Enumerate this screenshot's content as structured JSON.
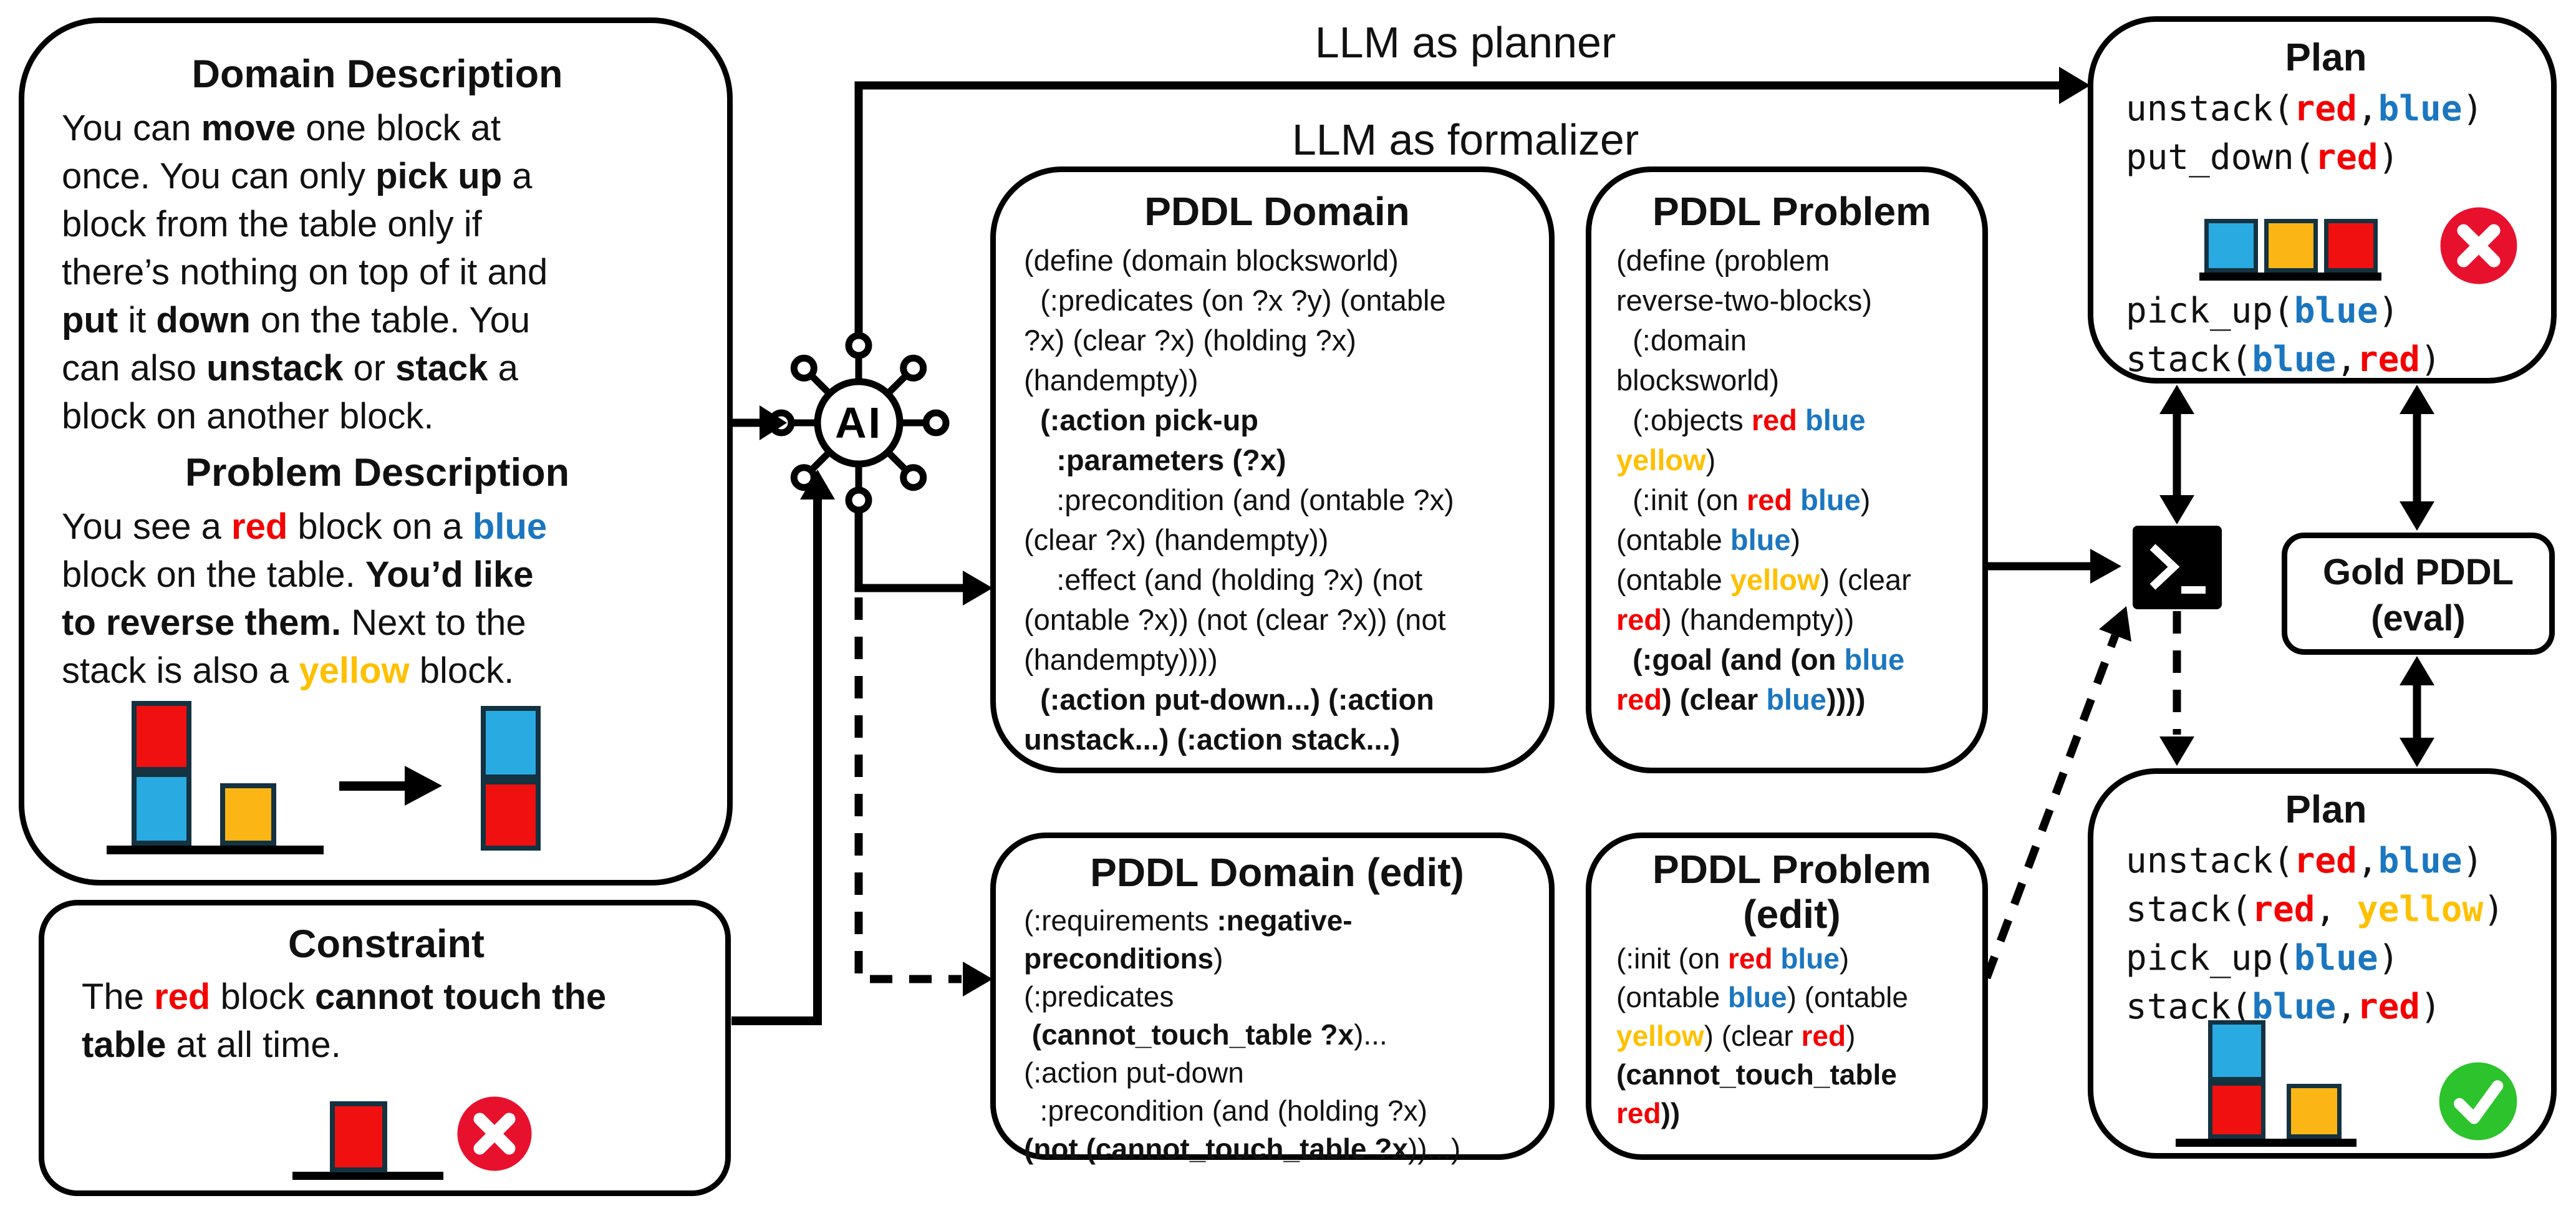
{
  "colors": {
    "red": "#F50000",
    "blue": "#1B76C0",
    "yellow": "#FFC000",
    "block_red": "#F01010",
    "block_blue": "#29ABE2",
    "block_yellow": "#FBB615",
    "block_border": "#143240",
    "x_red": "#E8112D",
    "check_green": "#2CC32C"
  },
  "labels": {
    "planner": "LLM as planner",
    "formalizer": "LLM as formalizer"
  },
  "icons": {
    "ai": "ai-network-icon",
    "terminal": "terminal-prompt-icon",
    "fail": "x-circle-icon",
    "success": "check-circle-icon",
    "ai_text": "AI"
  },
  "description_box": {
    "domain_title": "Domain Description",
    "domain_text": [
      [
        [
          "n",
          "You can "
        ],
        [
          "b",
          "move"
        ],
        [
          "n",
          " one block at"
        ]
      ],
      [
        [
          "n",
          "once. You can only "
        ],
        [
          "b",
          "pick up"
        ],
        [
          "n",
          " a"
        ]
      ],
      [
        [
          "n",
          "block from the table only if"
        ]
      ],
      [
        [
          "n",
          "there’s nothing on top of it and"
        ]
      ],
      [
        [
          "b",
          "put"
        ],
        [
          "n",
          " it "
        ],
        [
          "b",
          "down"
        ],
        [
          "n",
          " on the table. You"
        ]
      ],
      [
        [
          "n",
          "can also "
        ],
        [
          "b",
          "unstack"
        ],
        [
          "n",
          " or "
        ],
        [
          "b",
          "stack"
        ],
        [
          "n",
          " a"
        ]
      ],
      [
        [
          "n",
          "block on another block."
        ]
      ]
    ],
    "problem_title": "Problem Description",
    "problem_text": [
      [
        [
          "n",
          "You see a "
        ],
        [
          "rb",
          "red"
        ],
        [
          "n",
          " block on a "
        ],
        [
          "blb",
          "blue"
        ]
      ],
      [
        [
          "n",
          "block on the table. "
        ],
        [
          "b",
          "You’d like"
        ]
      ],
      [
        [
          "b",
          "to reverse them."
        ],
        [
          "n",
          " Next to the"
        ]
      ],
      [
        [
          "n",
          "stack is also a "
        ],
        [
          "yb",
          "yellow"
        ],
        [
          "n",
          " block."
        ]
      ]
    ]
  },
  "constraint_box": {
    "title": "Constraint",
    "text": [
      [
        [
          "n",
          "The "
        ],
        [
          "rb",
          "red"
        ],
        [
          "n",
          " block "
        ],
        [
          "b",
          "cannot touch the"
        ]
      ],
      [
        [
          "b",
          "table"
        ],
        [
          "n",
          " at all time."
        ]
      ]
    ]
  },
  "pddl_domain": {
    "title": "PDDL Domain",
    "code": [
      [
        [
          "n",
          "(define (domain blocksworld)"
        ]
      ],
      [
        [
          "n",
          "  (:predicates (on ?x ?y) (ontable"
        ]
      ],
      [
        [
          "n",
          "?x) (clear ?x) (holding ?x)"
        ]
      ],
      [
        [
          "n",
          "(handempty))"
        ]
      ],
      [
        [
          "b",
          "  (:action pick-up"
        ]
      ],
      [
        [
          "b",
          "    :parameters (?x)"
        ]
      ],
      [
        [
          "n",
          "    :precondition (and (ontable ?x)"
        ]
      ],
      [
        [
          "n",
          "(clear ?x) (handempty))"
        ]
      ],
      [
        [
          "n",
          "    :effect (and (holding ?x) (not"
        ]
      ],
      [
        [
          "n",
          "(ontable ?x)) (not (clear ?x)) (not"
        ]
      ],
      [
        [
          "n",
          "(handempty))))"
        ]
      ],
      [
        [
          "b",
          "  (:action put-down...) (:action"
        ]
      ],
      [
        [
          "b",
          "unstack...) (:action stack...)"
        ]
      ]
    ]
  },
  "pddl_problem": {
    "title": "PDDL Problem",
    "code": [
      [
        [
          "n",
          "(define (problem"
        ]
      ],
      [
        [
          "n",
          "reverse-two-blocks)"
        ]
      ],
      [
        [
          "n",
          "  (:domain"
        ]
      ],
      [
        [
          "n",
          "blocksworld)"
        ]
      ],
      [
        [
          "n",
          "  (:objects "
        ],
        [
          "rb",
          "red"
        ],
        [
          "n",
          " "
        ],
        [
          "blb",
          "blue"
        ]
      ],
      [
        [
          "yb",
          "yellow"
        ],
        [
          "n",
          ")"
        ]
      ],
      [
        [
          "n",
          "  (:init (on "
        ],
        [
          "rb",
          "red"
        ],
        [
          "n",
          " "
        ],
        [
          "blb",
          "blue"
        ],
        [
          "n",
          ")"
        ]
      ],
      [
        [
          "n",
          "(ontable "
        ],
        [
          "blb",
          "blue"
        ],
        [
          "n",
          ")"
        ]
      ],
      [
        [
          "n",
          "(ontable "
        ],
        [
          "yb",
          "yellow"
        ],
        [
          "n",
          ") (clear"
        ]
      ],
      [
        [
          "rb",
          "red"
        ],
        [
          "n",
          ") (handempty))"
        ]
      ],
      [
        [
          "b",
          "  (:goal (and (on "
        ],
        [
          "blb",
          "blue"
        ]
      ],
      [
        [
          "rb",
          "red"
        ],
        [
          "b",
          ") (clear "
        ],
        [
          "blb",
          "blue"
        ],
        [
          "b",
          "))))"
        ]
      ]
    ]
  },
  "pddl_domain_edit": {
    "title": "PDDL Domain (edit)",
    "code": [
      [
        [
          "n",
          "(:requirements "
        ],
        [
          "b",
          ":negative-"
        ]
      ],
      [
        [
          "b",
          "preconditions"
        ],
        [
          "n",
          ")"
        ]
      ],
      [
        [
          "n",
          "(:predicates"
        ]
      ],
      [
        [
          "n",
          " "
        ],
        [
          "b",
          "(cannot_touch_table ?x"
        ],
        [
          "n",
          ")..."
        ]
      ],
      [
        [
          "n",
          "(:action put-down"
        ]
      ],
      [
        [
          "n",
          "  :precondition (and (holding ?x)"
        ]
      ],
      [
        [
          "b",
          "(not (cannot_touch_table ?x"
        ],
        [
          "n",
          "))...)"
        ]
      ]
    ]
  },
  "pddl_problem_edit": {
    "title": [
      [
        [
          "n",
          "PDDL Problem"
        ]
      ],
      [
        [
          "n",
          "(edit)"
        ]
      ]
    ],
    "code": [
      [
        [
          "n",
          "(:init (on "
        ],
        [
          "rb",
          "red"
        ],
        [
          "n",
          " "
        ],
        [
          "blb",
          "blue"
        ],
        [
          "n",
          ")"
        ]
      ],
      [
        [
          "n",
          "(ontable "
        ],
        [
          "blb",
          "blue"
        ],
        [
          "n",
          ") (ontable"
        ]
      ],
      [
        [
          "yb",
          "yellow"
        ],
        [
          "n",
          ") (clear "
        ],
        [
          "rb",
          "red"
        ],
        [
          "n",
          ")"
        ]
      ],
      [
        [
          "b",
          "(cannot_touch_table"
        ]
      ],
      [
        [
          "rb",
          "red"
        ],
        [
          "b",
          "))"
        ]
      ]
    ]
  },
  "plan_top": {
    "title": "Plan",
    "code_before": [
      [
        [
          "n",
          "unstack("
        ],
        [
          "rb",
          "red"
        ],
        [
          "n",
          ","
        ],
        [
          "blb",
          "blue"
        ],
        [
          "n",
          ")"
        ]
      ],
      [
        [
          "n",
          "put_down("
        ],
        [
          "rb",
          "red"
        ],
        [
          "n",
          ")"
        ]
      ]
    ],
    "code_after": [
      [
        [
          "n",
          "pick_up("
        ],
        [
          "blb",
          "blue"
        ],
        [
          "n",
          ")"
        ]
      ],
      [
        [
          "n",
          "stack("
        ],
        [
          "blb",
          "blue"
        ],
        [
          "n",
          ","
        ],
        [
          "rb",
          "red"
        ],
        [
          "n",
          ")"
        ]
      ]
    ]
  },
  "gold_box": {
    "title": [
      [
        [
          "n",
          "Gold PDDL"
        ]
      ],
      [
        [
          "n",
          "(eval)"
        ]
      ]
    ]
  },
  "plan_bottom": {
    "title": "Plan",
    "code": [
      [
        [
          "n",
          "unstack("
        ],
        [
          "rb",
          "red"
        ],
        [
          "n",
          ","
        ],
        [
          "blb",
          "blue"
        ],
        [
          "n",
          ")"
        ]
      ],
      [
        [
          "n",
          "stack("
        ],
        [
          "rb",
          "red"
        ],
        [
          "n",
          ", "
        ],
        [
          "yb",
          "yellow"
        ],
        [
          "n",
          ")"
        ]
      ],
      [
        [
          "n",
          "pick_up("
        ],
        [
          "blb",
          "blue"
        ],
        [
          "n",
          ")"
        ]
      ],
      [
        [
          "n",
          "stack("
        ],
        [
          "blb",
          "blue"
        ],
        [
          "n",
          ","
        ],
        [
          "rb",
          "red"
        ],
        [
          "n",
          ")"
        ]
      ]
    ]
  }
}
